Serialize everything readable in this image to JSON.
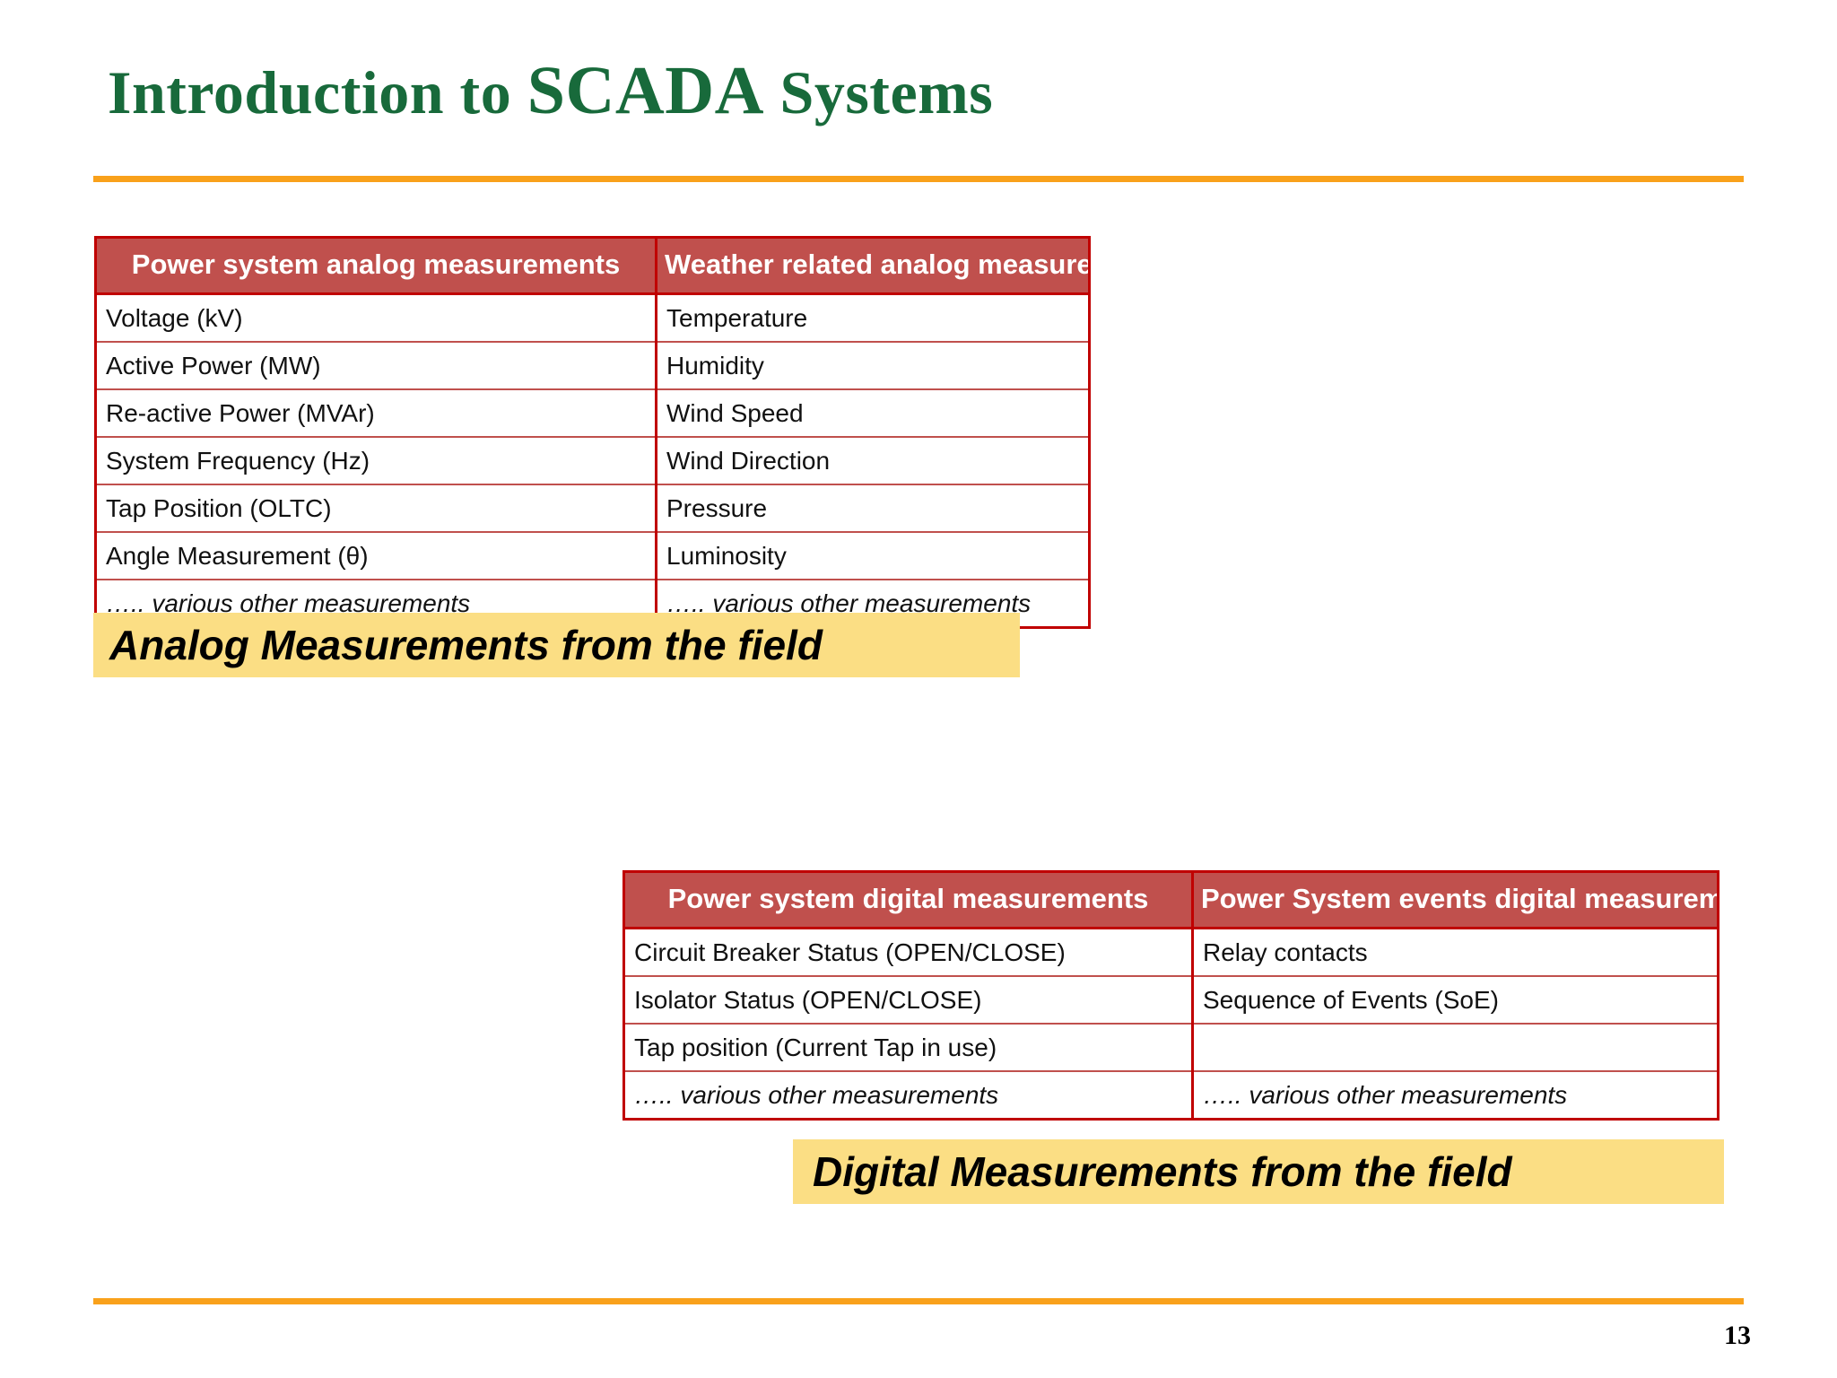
{
  "slide": {
    "title_part1": "Introduction to ",
    "title_part2": "SCADA",
    "title_part3": " Systems",
    "page_number": "13",
    "accent_orange": "#F9A11B",
    "title_green": "#186A3B",
    "table_header_red": "#C0504D",
    "table_border_red": "#C00000",
    "caption_yellow": "#FBDE84"
  },
  "analog_table": {
    "headers": [
      "Power system analog measurements",
      "Weather related analog measurements"
    ],
    "rows": [
      [
        "Voltage (kV)",
        "Temperature"
      ],
      [
        "Active Power (MW)",
        "Humidity"
      ],
      [
        "Re-active Power (MVAr)",
        "Wind Speed"
      ],
      [
        "System Frequency (Hz)",
        "Wind Direction"
      ],
      [
        "Tap Position (OLTC)",
        "Pressure"
      ],
      [
        "Angle Measurement (θ)",
        "Luminosity"
      ],
      [
        "….. various other measurements",
        "….. various other measurements"
      ]
    ],
    "italic_row_index": 6
  },
  "analog_caption": "Analog Measurements from the field",
  "digital_table": {
    "headers": [
      "Power system digital measurements",
      "Power System events digital measurements"
    ],
    "rows": [
      [
        "Circuit Breaker Status (OPEN/CLOSE)",
        "Relay contacts"
      ],
      [
        "Isolator Status (OPEN/CLOSE)",
        "Sequence of Events (SoE)"
      ],
      [
        "Tap position (Current Tap in use)",
        ""
      ],
      [
        "….. various other measurements",
        "….. various other measurements"
      ]
    ],
    "italic_row_index": 3
  },
  "digital_caption": "Digital Measurements from the field"
}
